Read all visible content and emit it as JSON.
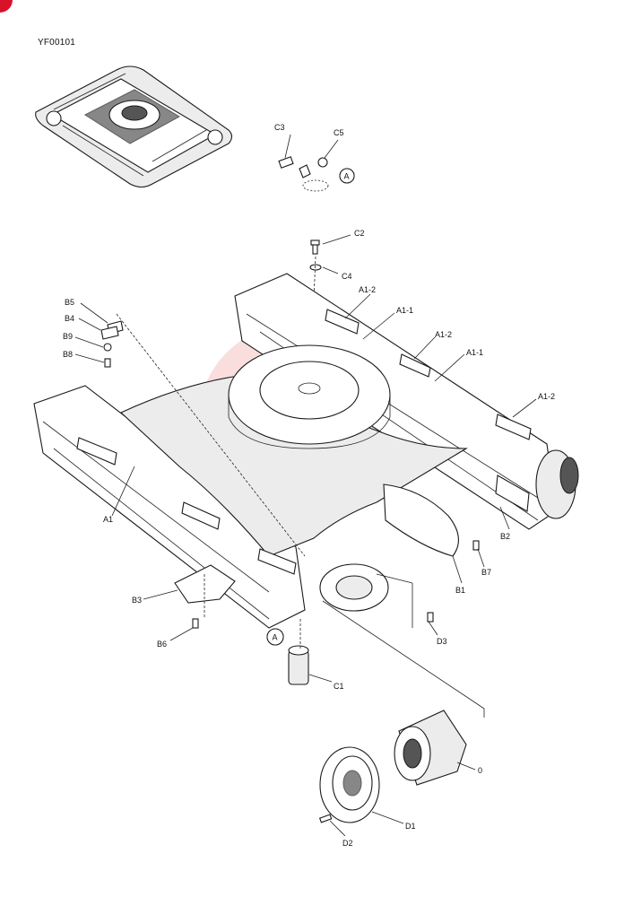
{
  "drawing_code": "YF00101",
  "detail_marker": "A",
  "colors": {
    "corner_mark": "#d8122a",
    "watermark": "#f4b8b8",
    "ink": "#1a1a1a"
  },
  "callouts": {
    "C3": "C3",
    "C5": "C5",
    "C2": "C2",
    "C4": "C4",
    "A1_2a": "A1-2",
    "A1_1a": "A1-1",
    "A1_2b": "A1-2",
    "A1_1b": "A1-1",
    "A1_2c": "A1-2",
    "B5": "B5",
    "B4": "B4",
    "B9": "B9",
    "B8": "B8",
    "A1": "A1",
    "B2": "B2",
    "B7": "B7",
    "B1": "B1",
    "B3": "B3",
    "B6": "B6",
    "D3": "D3",
    "C1": "C1",
    "D0": "0",
    "D1": "D1",
    "D2": "D2"
  }
}
